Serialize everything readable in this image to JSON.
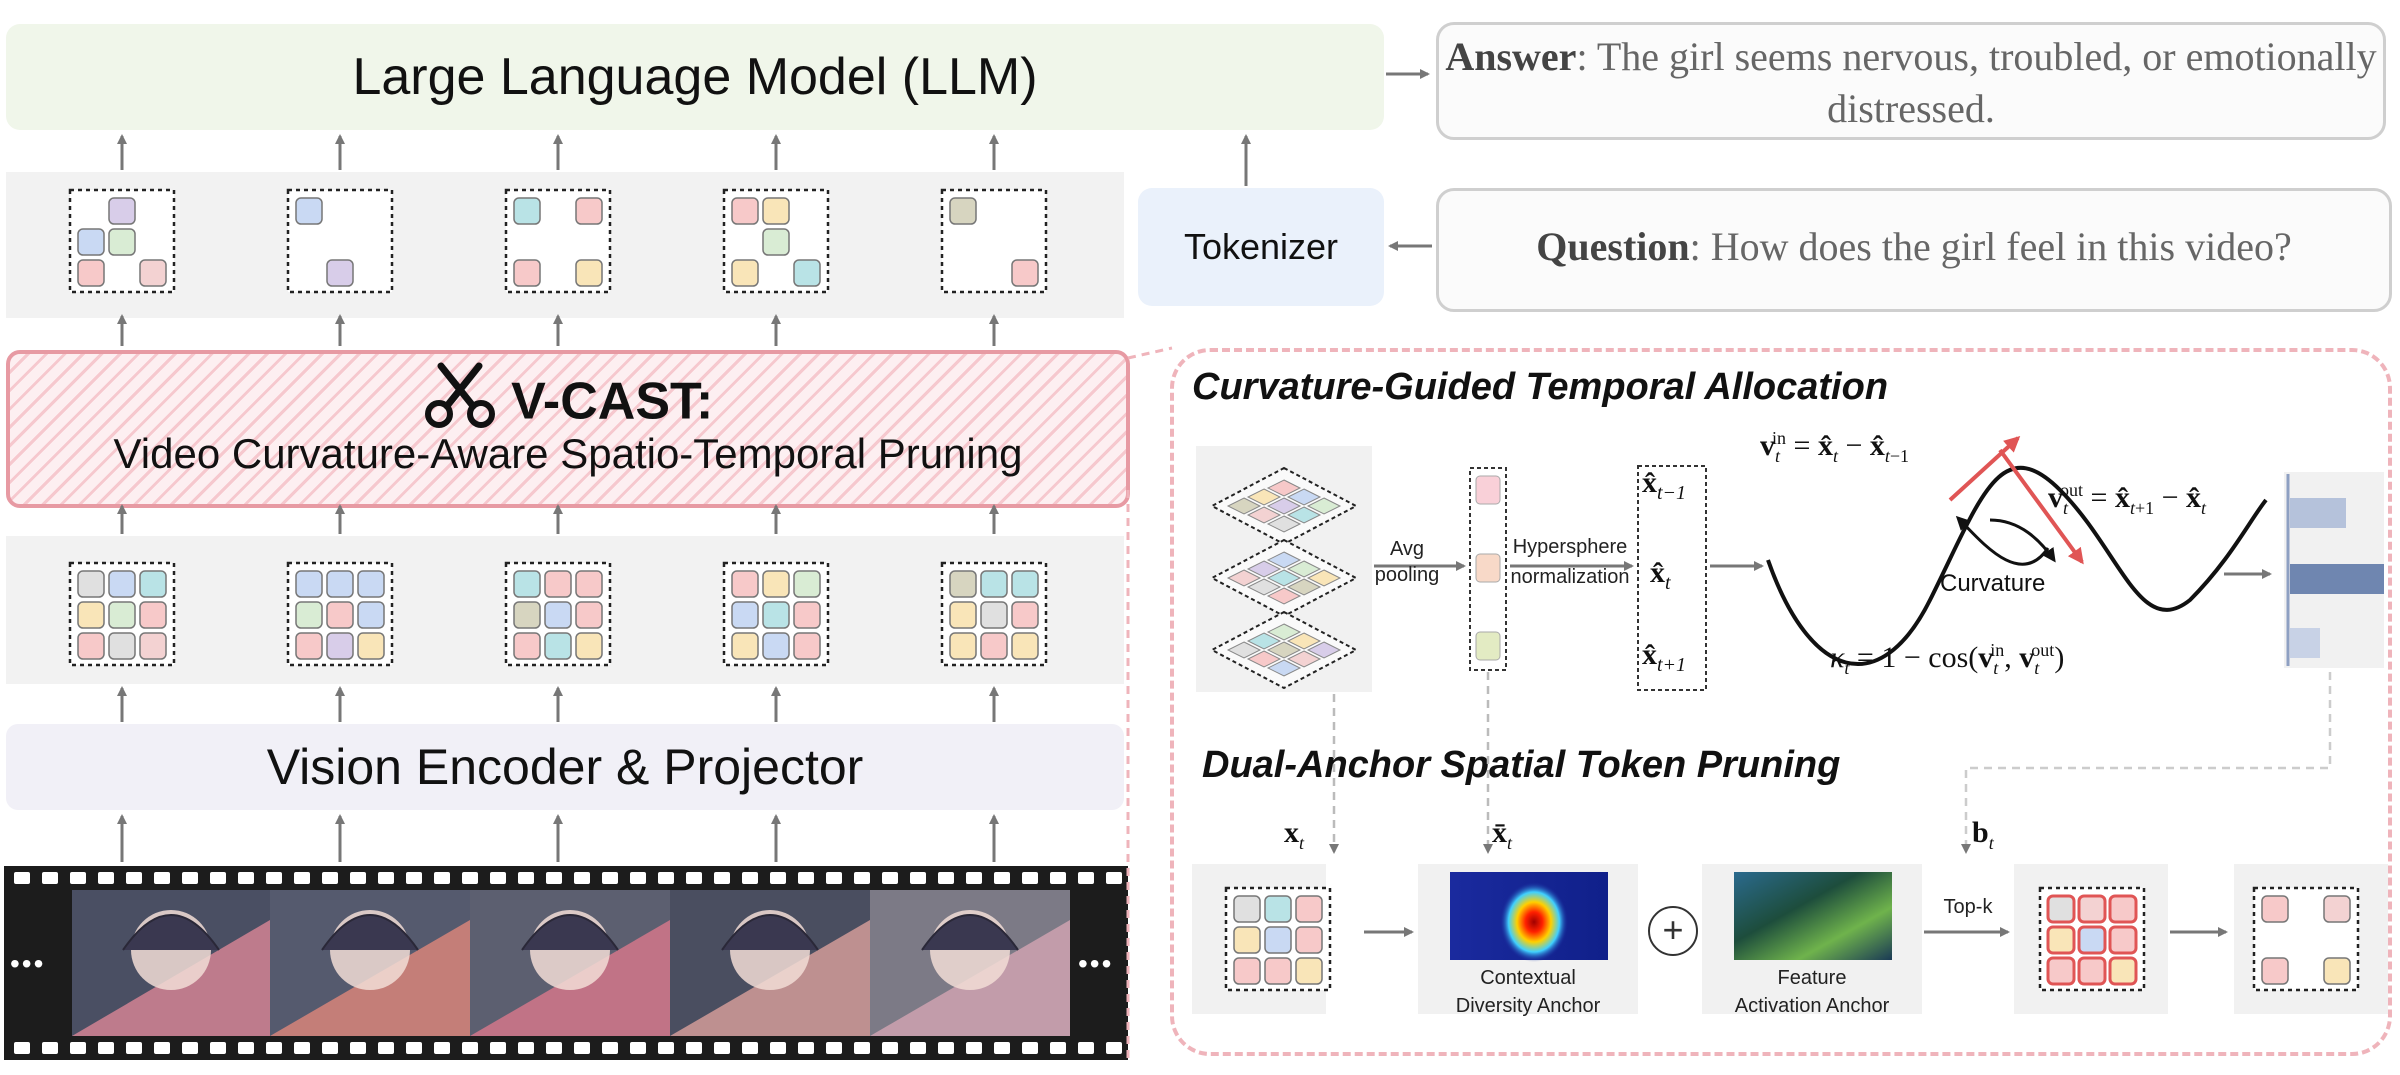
{
  "llm": {
    "title": "Large Language Model (LLM)"
  },
  "answer": {
    "label": "Answer",
    "text": ":  The girl seems nervous, troubled, or emotionally distressed."
  },
  "question": {
    "label": "Question",
    "text": ": How does the girl feel in this video?"
  },
  "tokenizer": {
    "label": "Tokenizer"
  },
  "vcast": {
    "title": "V-CAST:",
    "subtitle": "Video Curvature-Aware Spatio-Temporal Pruning"
  },
  "encoder": {
    "label": "Vision Encoder  & Projector"
  },
  "film": {
    "ellipsis_left": "•••",
    "ellipsis_right": "•••"
  },
  "temporal": {
    "title": "Curvature-Guided Temporal Allocation",
    "avg_pool": [
      "Avg",
      "pooling"
    ],
    "hypersphere": [
      "Hypersphere",
      "normalization"
    ],
    "x_prev": "x̂t−1",
    "x_cur": "x̂t",
    "x_next": "x̂t+1",
    "v_in": "v_t^in = x̂_t − x̂_{t−1}",
    "v_out": "v_t^out = x̂_{t+1} − x̂_t",
    "kappa": "κ_t = 1 − cos(v_t^in, v_t^out)",
    "curvature_label": "Curvature"
  },
  "spatial": {
    "title": "Dual-Anchor Spatial Token Pruning",
    "x_t": "x",
    "x_bar_t": "x̄",
    "b_t": "b",
    "t_sub": "t",
    "contextual": [
      "Contextual",
      "Diversity Anchor"
    ],
    "feature": [
      "Feature",
      "Activation Anchor"
    ],
    "topk": "Top-k",
    "plus": "+"
  },
  "colors": {
    "llm_bg": "#f0f6ea",
    "tokenizer_bg": "#eaf1fb",
    "encoder_bg": "#f1f0f7",
    "accent_pink": "#e79aa3",
    "arrow_red": "#e05555",
    "bar_blue": "#6f86b0"
  },
  "token_colors": [
    "#f7c9c9",
    "#c9d9f3",
    "#d9ecd4",
    "#f9e5b8",
    "#d8cde9",
    "#b9e3e6",
    "#d7d5c0",
    "#f3d2d2",
    "#e0e0e0"
  ]
}
